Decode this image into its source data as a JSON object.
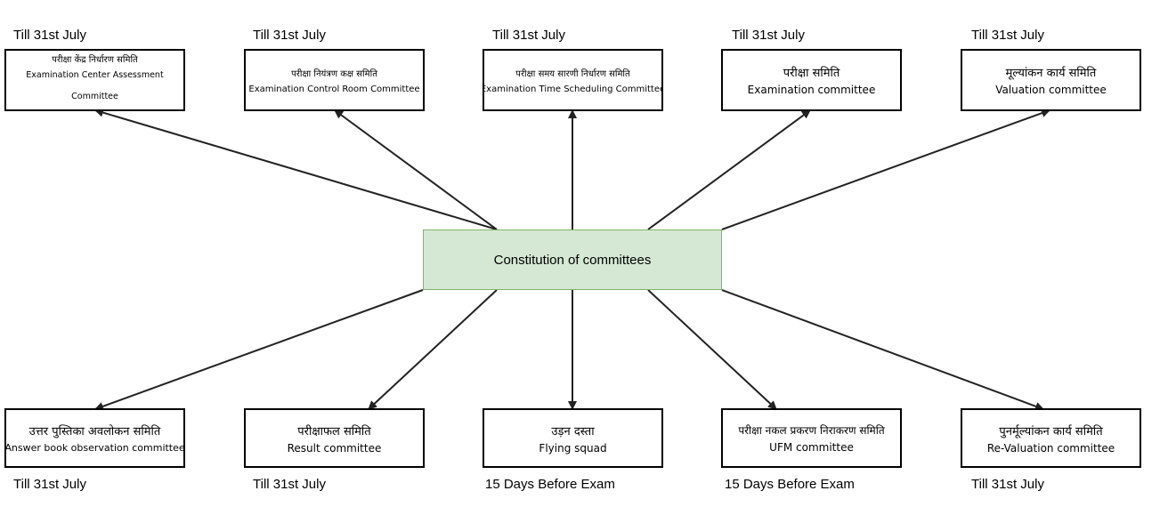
{
  "center": {
    "label": "Constitution of committees"
  },
  "top_nodes": [
    {
      "hi": "परीक्षा केंद्र निर्धारण समिति",
      "en": "Examination Center Assessment Committee",
      "timing": "Till 31st July"
    },
    {
      "hi": "परीक्षा नियंत्रण कक्ष समिति",
      "en": "Examination Control Room Committee",
      "timing": "Till 31st July"
    },
    {
      "hi": "परीक्षा समय सारणी निर्धारण समिति",
      "en": "Examination Time Scheduling Committee",
      "timing": "Till 31st July"
    },
    {
      "hi": "परीक्षा समिति",
      "en": "Examination committee",
      "timing": "Till 31st July"
    },
    {
      "hi": "मूल्यांकन कार्य समिति",
      "en": "Valuation committee",
      "timing": "Till 31st July"
    }
  ],
  "bottom_nodes": [
    {
      "hi": "उत्तर पुस्तिका अवलोकन समिति",
      "en": "Answer book observation committee",
      "timing": "Till 31st July"
    },
    {
      "hi": "परीक्षाफल समिति",
      "en": "Result committee",
      "timing": "Till 31st July"
    },
    {
      "hi": "उड़न दस्ता",
      "en": "Flying squad",
      "timing": "15 Days Before Exam"
    },
    {
      "hi": "परीक्षा नकल प्रकरण निराकरण समिति",
      "en": "UFM committee",
      "timing": "15 Days Before Exam"
    },
    {
      "hi": "पुनर्मूल्यांकन कार्य समिति",
      "en": "Re-Valuation committee",
      "timing": "Till 31st July"
    }
  ],
  "colors": {
    "center_fill": "#d5e8d4",
    "center_border": "#82b366",
    "line": "#222222"
  }
}
